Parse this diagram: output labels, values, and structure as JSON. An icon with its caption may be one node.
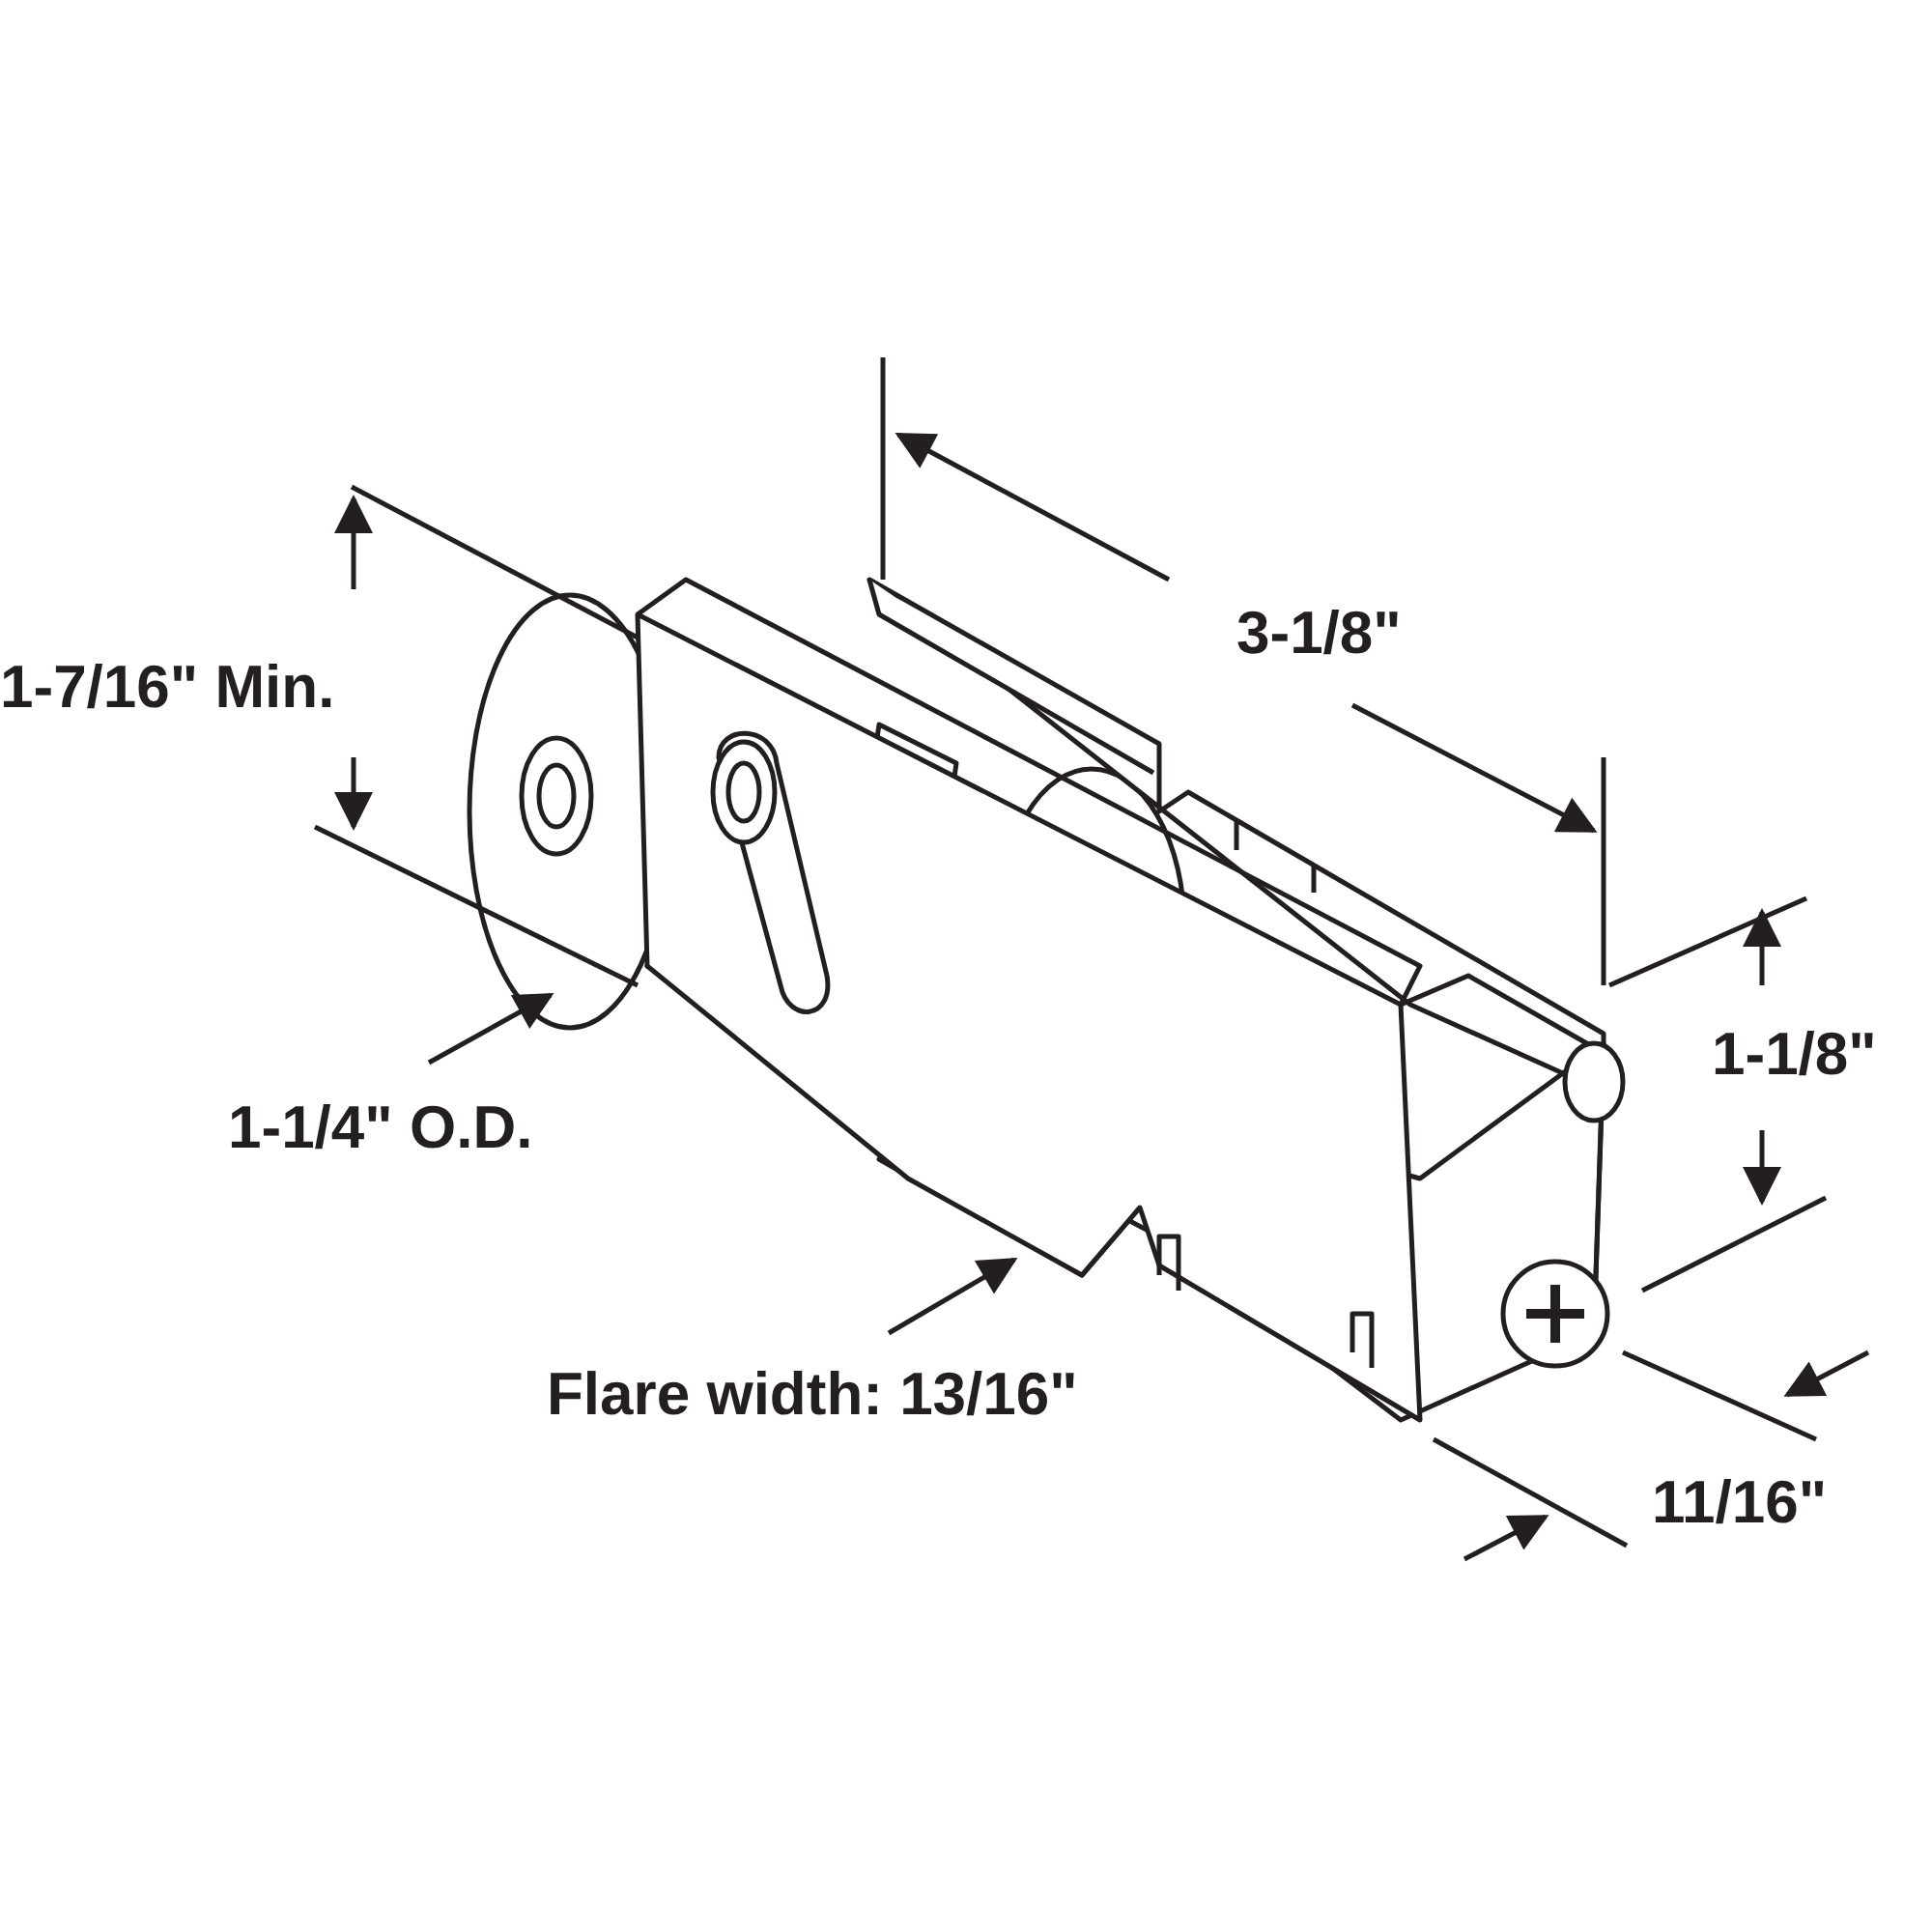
{
  "diagram": {
    "labels": [
      "3-1/8\"",
      "1-7/16\" Min.",
      "1-1/8\"",
      "1-1/4\" O.D.",
      "Flare width: 13/16\"",
      "11/16\""
    ]
  }
}
